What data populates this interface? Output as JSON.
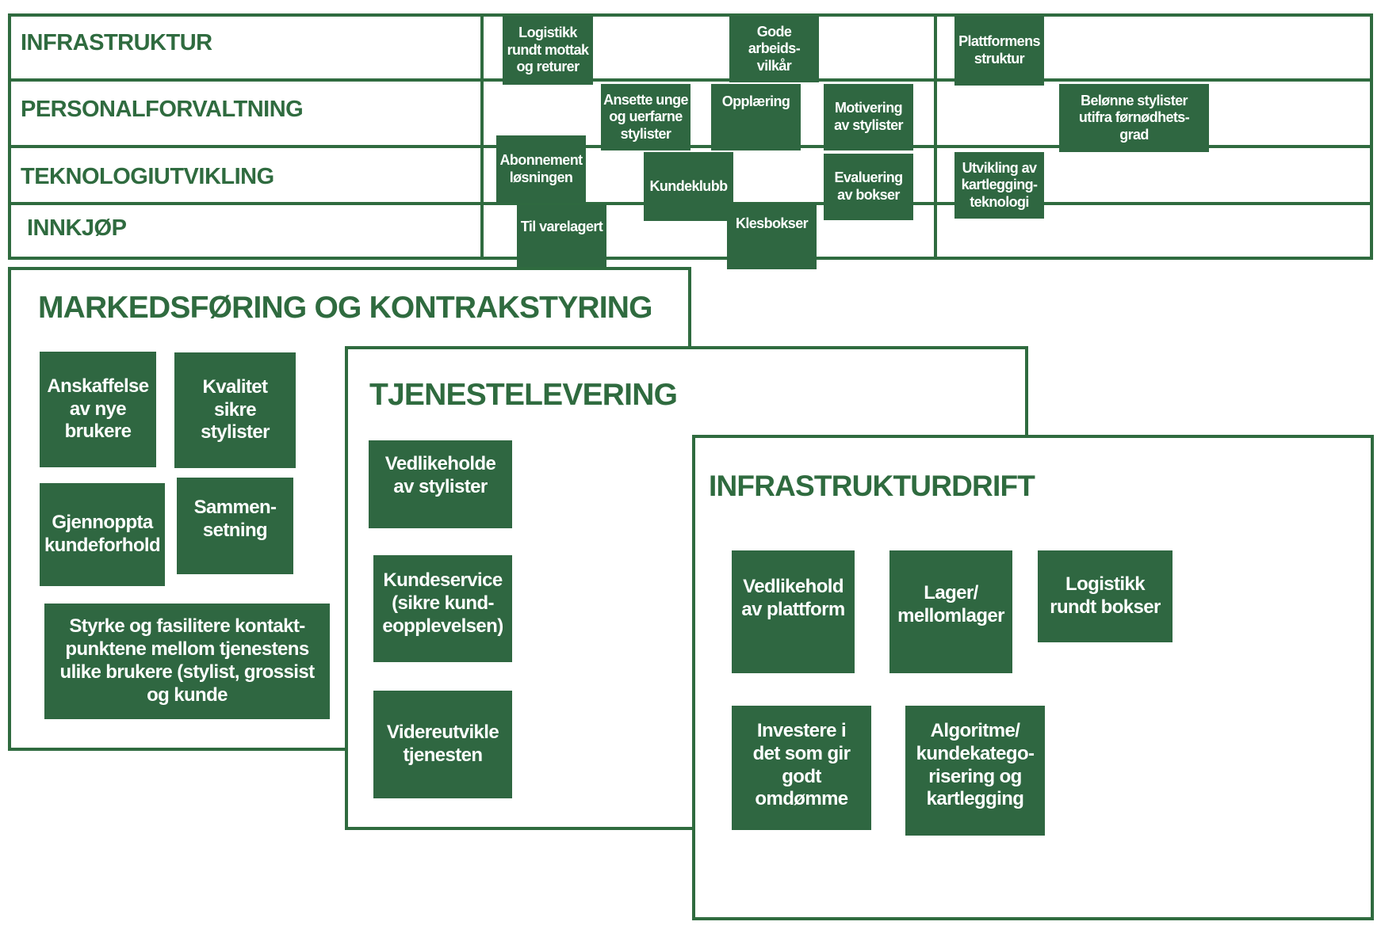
{
  "colors": {
    "primary": "#2f6b3f",
    "box_fill": "#2f6741",
    "text_on_box": "#ffffff",
    "background": "#ffffff"
  },
  "support_activities": {
    "rows": [
      {
        "label": "INFRASTRUKTUR"
      },
      {
        "label": "PERSONALFORVALTNING"
      },
      {
        "label": "TEKNOLOGIUTVIKLING"
      },
      {
        "label": "INNKJØP"
      }
    ],
    "boxes": {
      "logistikk_mottak": "Logistikk\nrundt mottak\nog returer",
      "gode_arbeidsvilkar": "Gode\narbeids-\nvilkår",
      "plattformens_struktur": "Plattformens\nstruktur",
      "ansette_unge": "Ansette unge\nog uerfarne\nstylister",
      "opplaering": "Opplæring",
      "motivering": "Motivering\nav stylister",
      "belonne": "Belønne stylister\nutifra førnødhets-\ngrad",
      "abonnement": "Abonnement\nløsningen",
      "kundeklubb": "Kundeklubb",
      "evaluering": "Evaluering\nav bokser",
      "utvikling": "Utvikling av\nkartlegging-\nteknologi",
      "varelager": "Til varelagert",
      "klesbokser": "Klesbokser"
    }
  },
  "marketing_panel": {
    "title": "MARKEDSFØRING OG KONTRAKSTYRING",
    "boxes": {
      "anskaffelse": "Anskaffelse\nav nye\nbrukere",
      "kvalitet": "Kvalitet\nsikre\nstylister",
      "gjenoppta": "Gjennoppta\nkundeforhold",
      "sammensetning": "Sammen-\nsetning",
      "styrke": "Styrke og fasilitere kontakt-\npunktene mellom tjenestens\nulike brukere (stylist, grossist\nog kunde"
    }
  },
  "service_panel": {
    "title": "TJENESTELEVERING",
    "boxes": {
      "vedlikeholde": "Vedlikeholde\nav stylister",
      "kundeservice": "Kundeservice\n(sikre kund-\neopplevelsen)",
      "videreutvikle": "Videreutvikle\ntjenesten"
    }
  },
  "infra_panel": {
    "title": "INFRASTRUKTURDRIFT",
    "boxes": {
      "vedlikehold_plattform": "Vedlikehold\nav plattform",
      "lager": "Lager/\nmellomlager",
      "logistikk_bokser": "Logistikk\nrundt bokser",
      "investere": "Investere i\ndet som gir\ngodt\nomdømme",
      "algoritme": "Algoritme/\nkundekatego-\nrisering og\nkartlegging"
    }
  }
}
